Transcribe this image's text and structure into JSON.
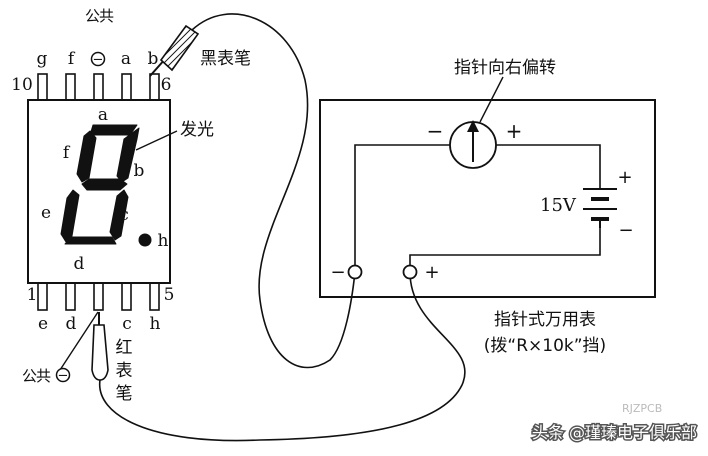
{
  "display": {
    "top_pins": [
      "g",
      "f",
      "a",
      "b"
    ],
    "top_common_label": "公共",
    "minus_symbol": "−",
    "pin_10": "10",
    "pin_6": "6",
    "segments": [
      "a",
      "b",
      "c",
      "d",
      "e",
      "f",
      "g",
      "h"
    ],
    "bottom_pins": [
      "e",
      "d",
      "c",
      "h"
    ],
    "pin_1": "1",
    "pin_5": "5",
    "bottom_common_label": "公共",
    "emit_label": "发光"
  },
  "probes": {
    "black_probe_label": "黑表笔",
    "red_probe_chars": [
      "红",
      "表",
      "笔"
    ]
  },
  "meter": {
    "deflect_label": "指针向右偏转",
    "gauge_minus": "−",
    "gauge_plus": "+",
    "battery_voltage": "15V",
    "battery_plus": "+",
    "battery_minus": "−",
    "terminal_minus": "−",
    "terminal_plus": "+",
    "title": "指针式万用表",
    "subtitle": "(拨“R×10k”挡)"
  },
  "watermark": {
    "text": "头条 @瑾瑧电子俱乐部",
    "logo_text": "RJZPCB"
  },
  "colors": {
    "ink": "#111111",
    "bg": "#ffffff"
  }
}
